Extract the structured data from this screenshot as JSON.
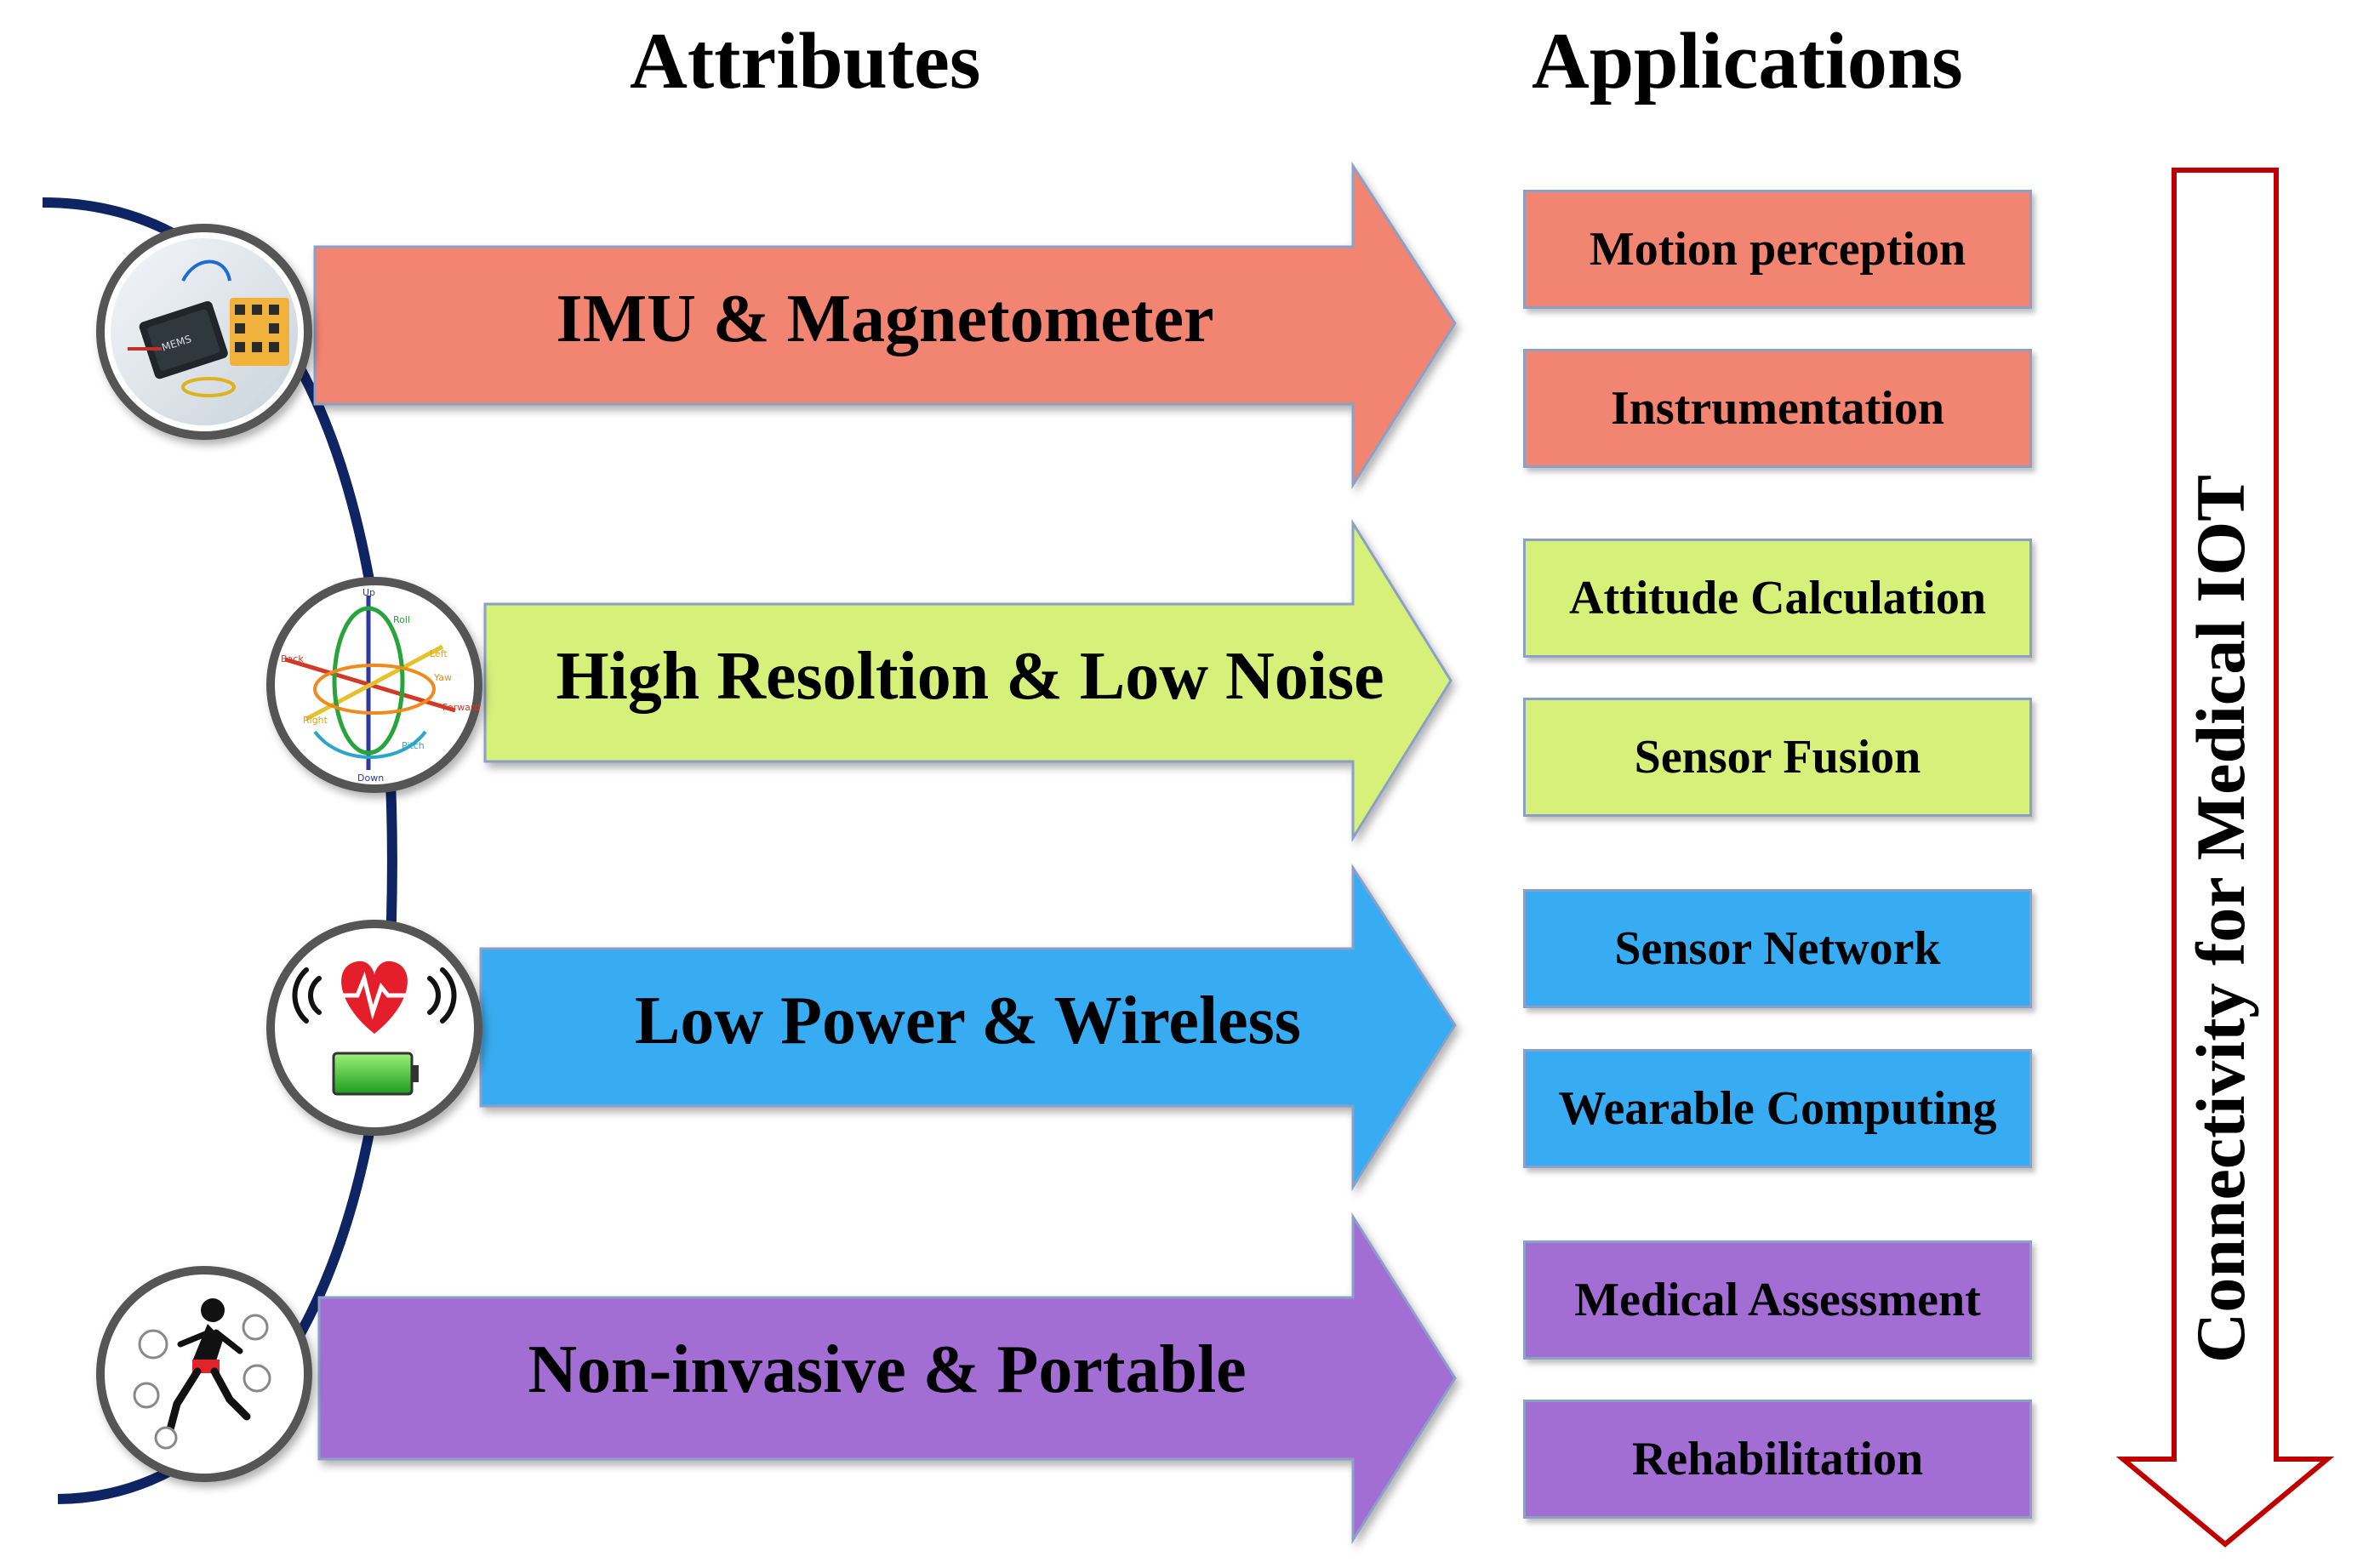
{
  "headers": {
    "attributes": "Attributes",
    "applications": "Applications"
  },
  "rows": [
    {
      "label": "IMU & Magnetometer",
      "color": "#F28472",
      "icon": "mems-chip-icon",
      "applications": [
        "Motion perception",
        "Instrumentation"
      ]
    },
    {
      "label": "High Resoltion & Low Noise",
      "color": "#D6F07A",
      "icon": "orientation-axes-icon",
      "applications": [
        "Attitude Calculation",
        "Sensor Fusion"
      ]
    },
    {
      "label": "Low Power & Wireless",
      "color": "#38ACF2",
      "icon": "heart-battery-icon",
      "applications": [
        "Sensor Network",
        "Wearable Computing"
      ]
    },
    {
      "label": "Non-invasive & Portable",
      "color": "#A36ED4",
      "icon": "runner-wearables-icon",
      "applications": [
        "Medical Assessment",
        "Rehabilitation"
      ]
    }
  ],
  "side_arrow": {
    "label": "Connectivity for Medical IOT",
    "color": "#C00000"
  },
  "icon_labels": {
    "orientation": {
      "up": "Up",
      "down": "Down",
      "left": "Left",
      "right": "Right",
      "forward": "Forward",
      "back": "Back",
      "roll": "Roll",
      "pitch": "Pitch",
      "yaw": "Yaw"
    }
  },
  "colors": {
    "curve": "#0E2463",
    "box_border": "#8AA0C8"
  }
}
